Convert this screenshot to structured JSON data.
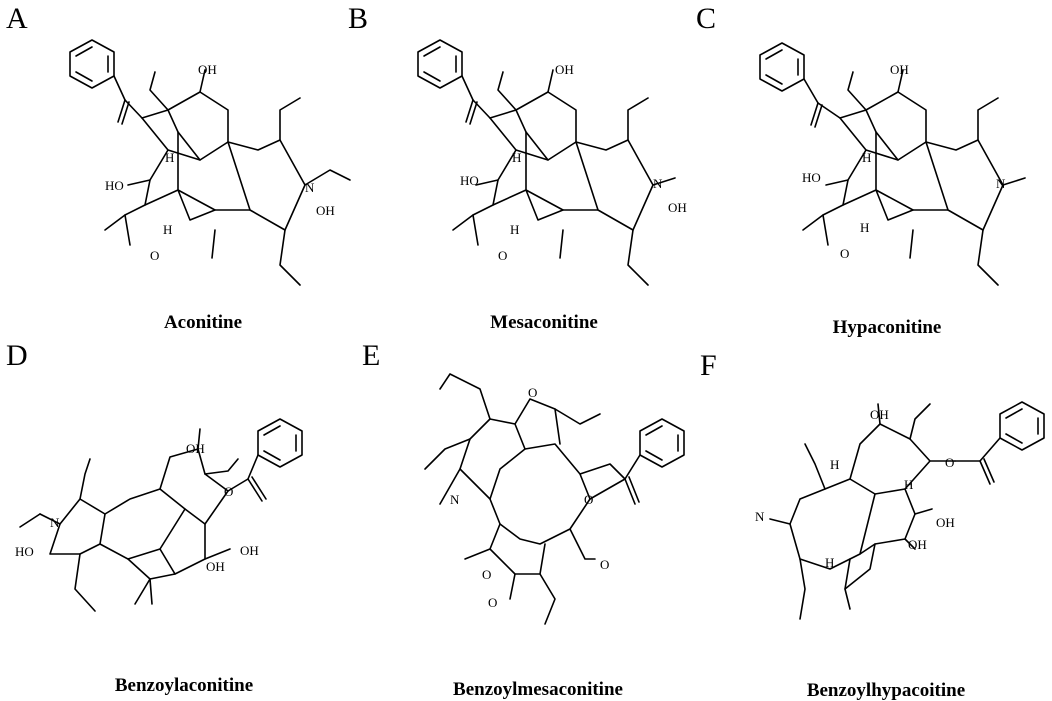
{
  "panels": [
    {
      "letter": "A",
      "name": "Aconitine"
    },
    {
      "letter": "B",
      "name": "Mesaconitine"
    },
    {
      "letter": "C",
      "name": "Hypaconitine"
    },
    {
      "letter": "D",
      "name": "Benzoylaconitine"
    },
    {
      "letter": "E",
      "name": "Benzoylmesaconitine"
    },
    {
      "letter": "F",
      "name": "Benzoylhypacoitine"
    }
  ],
  "atom_labels": {
    "oh": "OH",
    "ho": "HO",
    "n": "N",
    "h": "H",
    "o": "O"
  }
}
